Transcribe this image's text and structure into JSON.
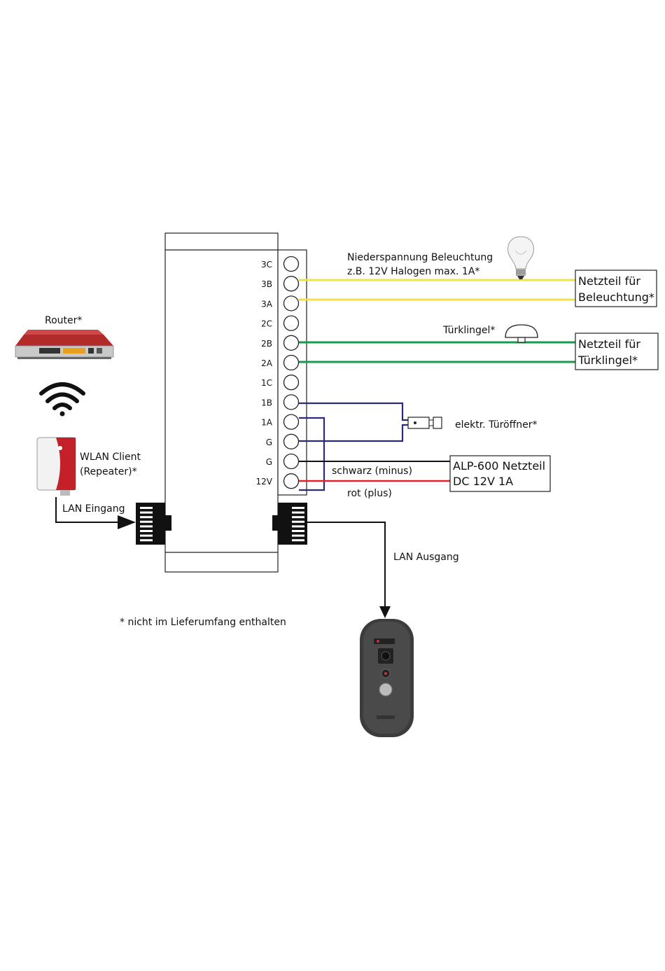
{
  "colors": {
    "yellow_wire": "#f2e04a",
    "green_wire": "#1a9a4a",
    "purple_wire": "#2e2a7a",
    "red_wire": "#e0202a",
    "black_wire": "#111111"
  },
  "terminals": [
    "3C",
    "3B",
    "3A",
    "2C",
    "2B",
    "2A",
    "1C",
    "1B",
    "1A",
    "G",
    "G",
    "12V"
  ],
  "labels": {
    "lighting_line1": "Niederspannung Beleuchtung",
    "lighting_line2": "z.B. 12V Halogen max. 1A*",
    "doorbell": "Türklingel*",
    "door_opener": "elektr. Türöffner*",
    "black_wire": "schwarz (minus)",
    "red_wire": "rot (plus)",
    "lan_out": "LAN Ausgang",
    "lan_in": "LAN Eingang",
    "router": "Router*",
    "wlan_line1": "WLAN Client",
    "wlan_line2": "(Repeater)*",
    "footnote": "* nicht im Lieferumfang enthalten"
  },
  "boxes": {
    "psu_light": [
      "Netzteil für",
      "Beleuchtung*"
    ],
    "psu_bell": [
      "Netzteil für",
      "Türklingel*"
    ],
    "psu_alp": [
      "ALP-600 Netzteil",
      "DC 12V 1A"
    ]
  },
  "icons": {
    "bulb": "light-bulb-icon",
    "bell": "doorbell-icon",
    "opener": "door-opener-icon",
    "router": "router-icon",
    "wifi": "wifi-icon",
    "repeater": "repeater-icon",
    "camera": "door-camera-icon"
  }
}
